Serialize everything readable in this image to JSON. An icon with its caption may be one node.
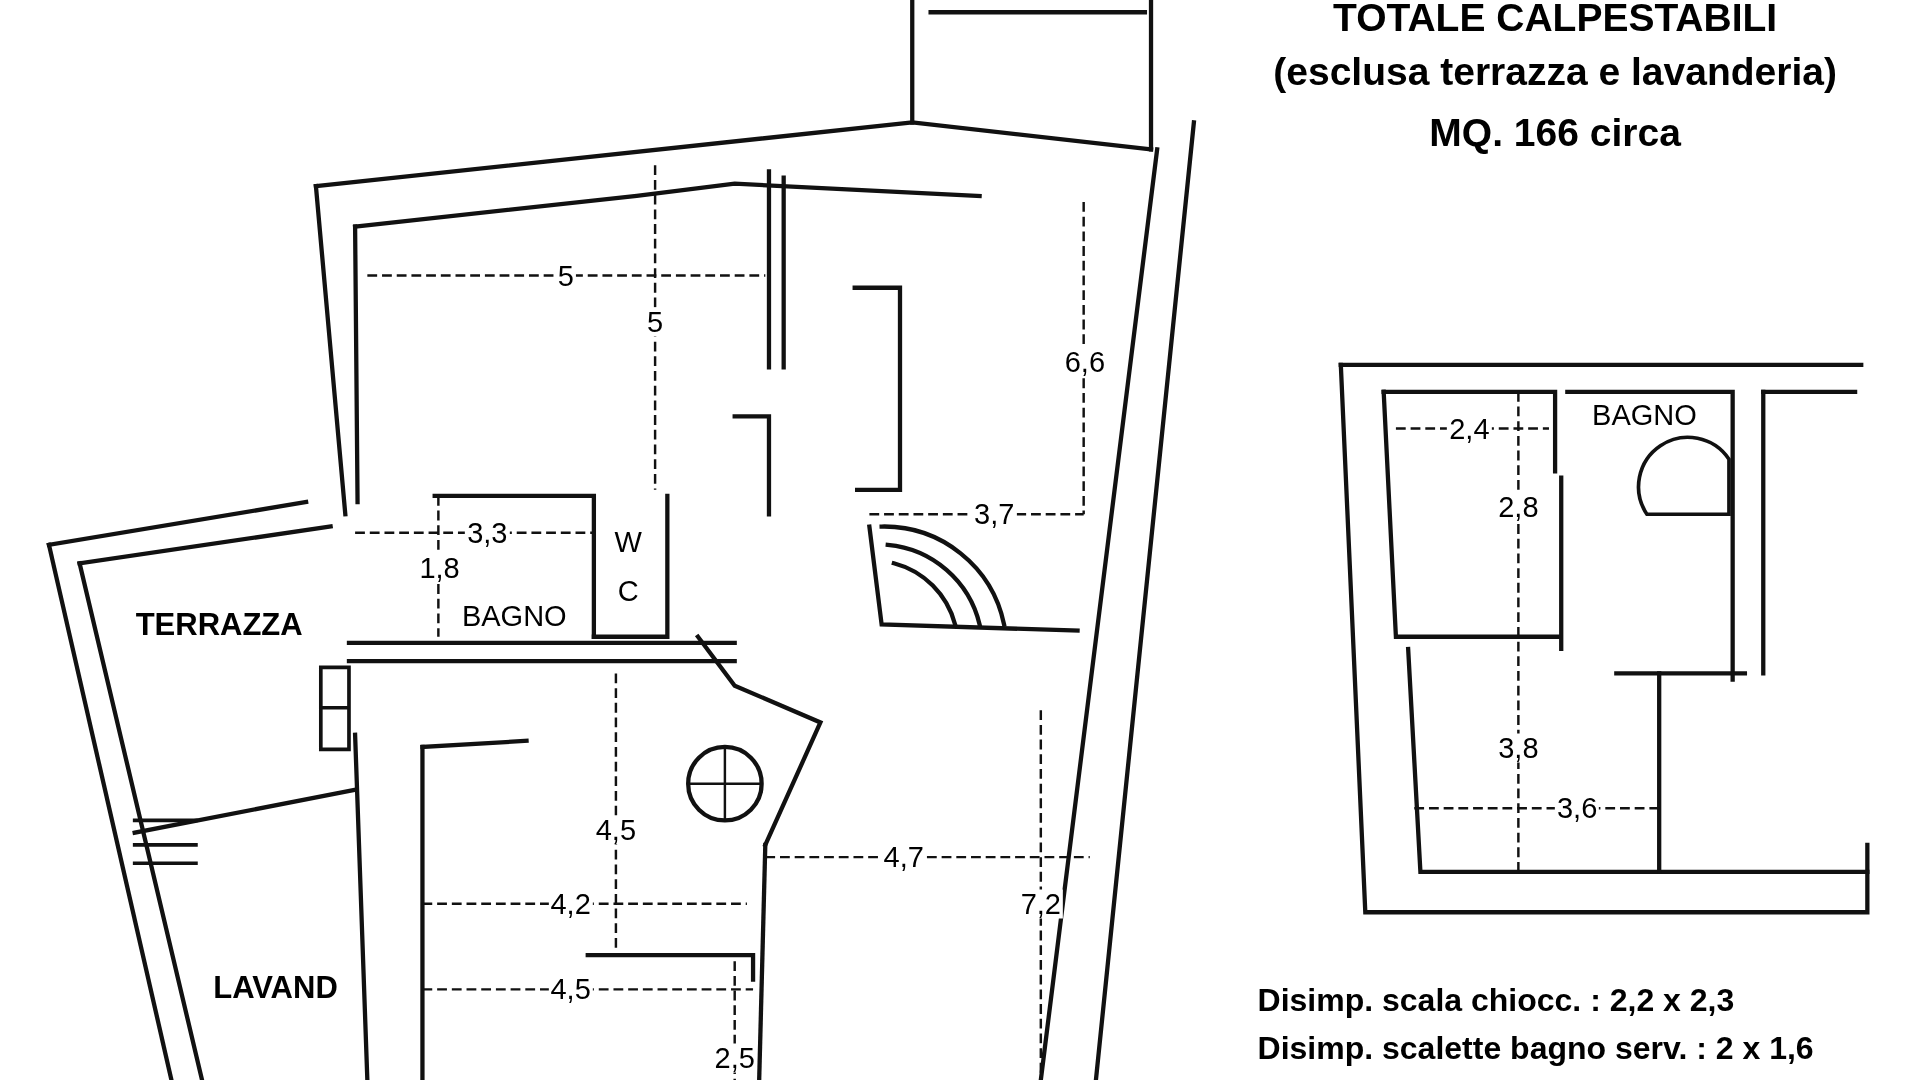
{
  "diagram": {
    "labels": [
      "TOTALE CALPESTABILI",
      "(esclusa terrazza e lavanderia)",
      "MQ. 166 circa",
      "5",
      "5",
      "6,6",
      "2,4",
      "BAGNO",
      "3,3",
      "3,7",
      "W",
      "2,8",
      "1,8",
      "C",
      "TERRAZZA",
      "BAGNO",
      "3,8",
      "3,6",
      "4,5",
      "4,7",
      "4,2",
      "7,2",
      "LAVAND",
      "4,5",
      "Disimp. scala chiocc. : 2,2 x 2,3",
      "2,5",
      "Disimp. scalette bagno serv. : 2 x 1,6"
    ]
  }
}
